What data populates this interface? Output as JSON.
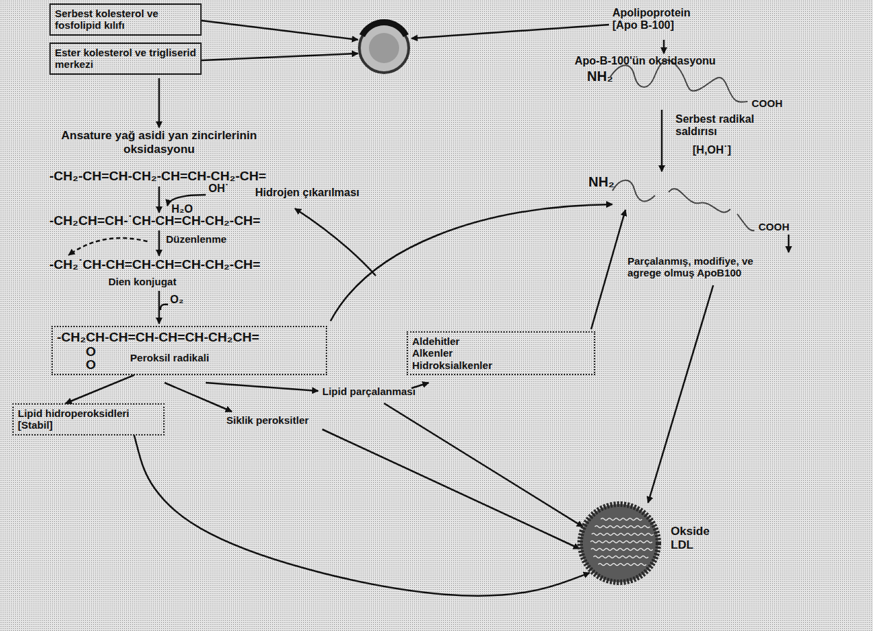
{
  "diagram": {
    "nodes": [
      {
        "text": [
          "Serbest kolesterol ve fosfolipid kılıfı"
        ]
      },
      {
        "text": [
          "Ester kolesterol ve trigliserid merkezi"
        ]
      },
      {
        "text": [
          "-CH₂CH-CH=CH-CH=CH-CH₂CH=",
          "O",
          "O",
          "Peroksil radikali"
        ]
      },
      {
        "text": [
          "Aldehitler Alkenler Hidroksialkenler"
        ]
      },
      {
        "text": [
          "Lipid hidroperoksidleri [Stabil]"
        ]
      },
      {
        "text": [
          "Okside LDL"
        ]
      }
    ],
    "edges": [
      {
        "from": 2,
        "to": 4,
        "arrow": "to"
      },
      {
        "from": 4,
        "to": 5,
        "arrow": "to"
      }
    ],
    "labels": [
      "Apolipoprotein [Apo B-100]",
      "Apo-B-100'ün oksidasyonu",
      "NH₂",
      "COOH",
      "Serbest radikal saldırısı",
      "[H,OH˙]",
      "NH₂",
      "COOH",
      "Parçalanmış, modifiye, ve agrege olmuş ApoB100",
      "Ansature yağ asidi yan zincirlerinin oksidasyonu",
      "-CH₂-CH=CH-CH₂-CH=CH-CH₂-CH=",
      "OH˙",
      "Hidrojen çıkarılması",
      "H₂O",
      "-CH₂CH=CH-˙CH-CH=CH-CH₂-CH=",
      "Düzenlenme",
      "-CH₂˙CH-CH=CH-CH=CH-CH₂-CH=",
      "Dien konjugat",
      "O₂",
      "Lipid parçalanması",
      "Siklik peroksitler"
    ]
  }
}
